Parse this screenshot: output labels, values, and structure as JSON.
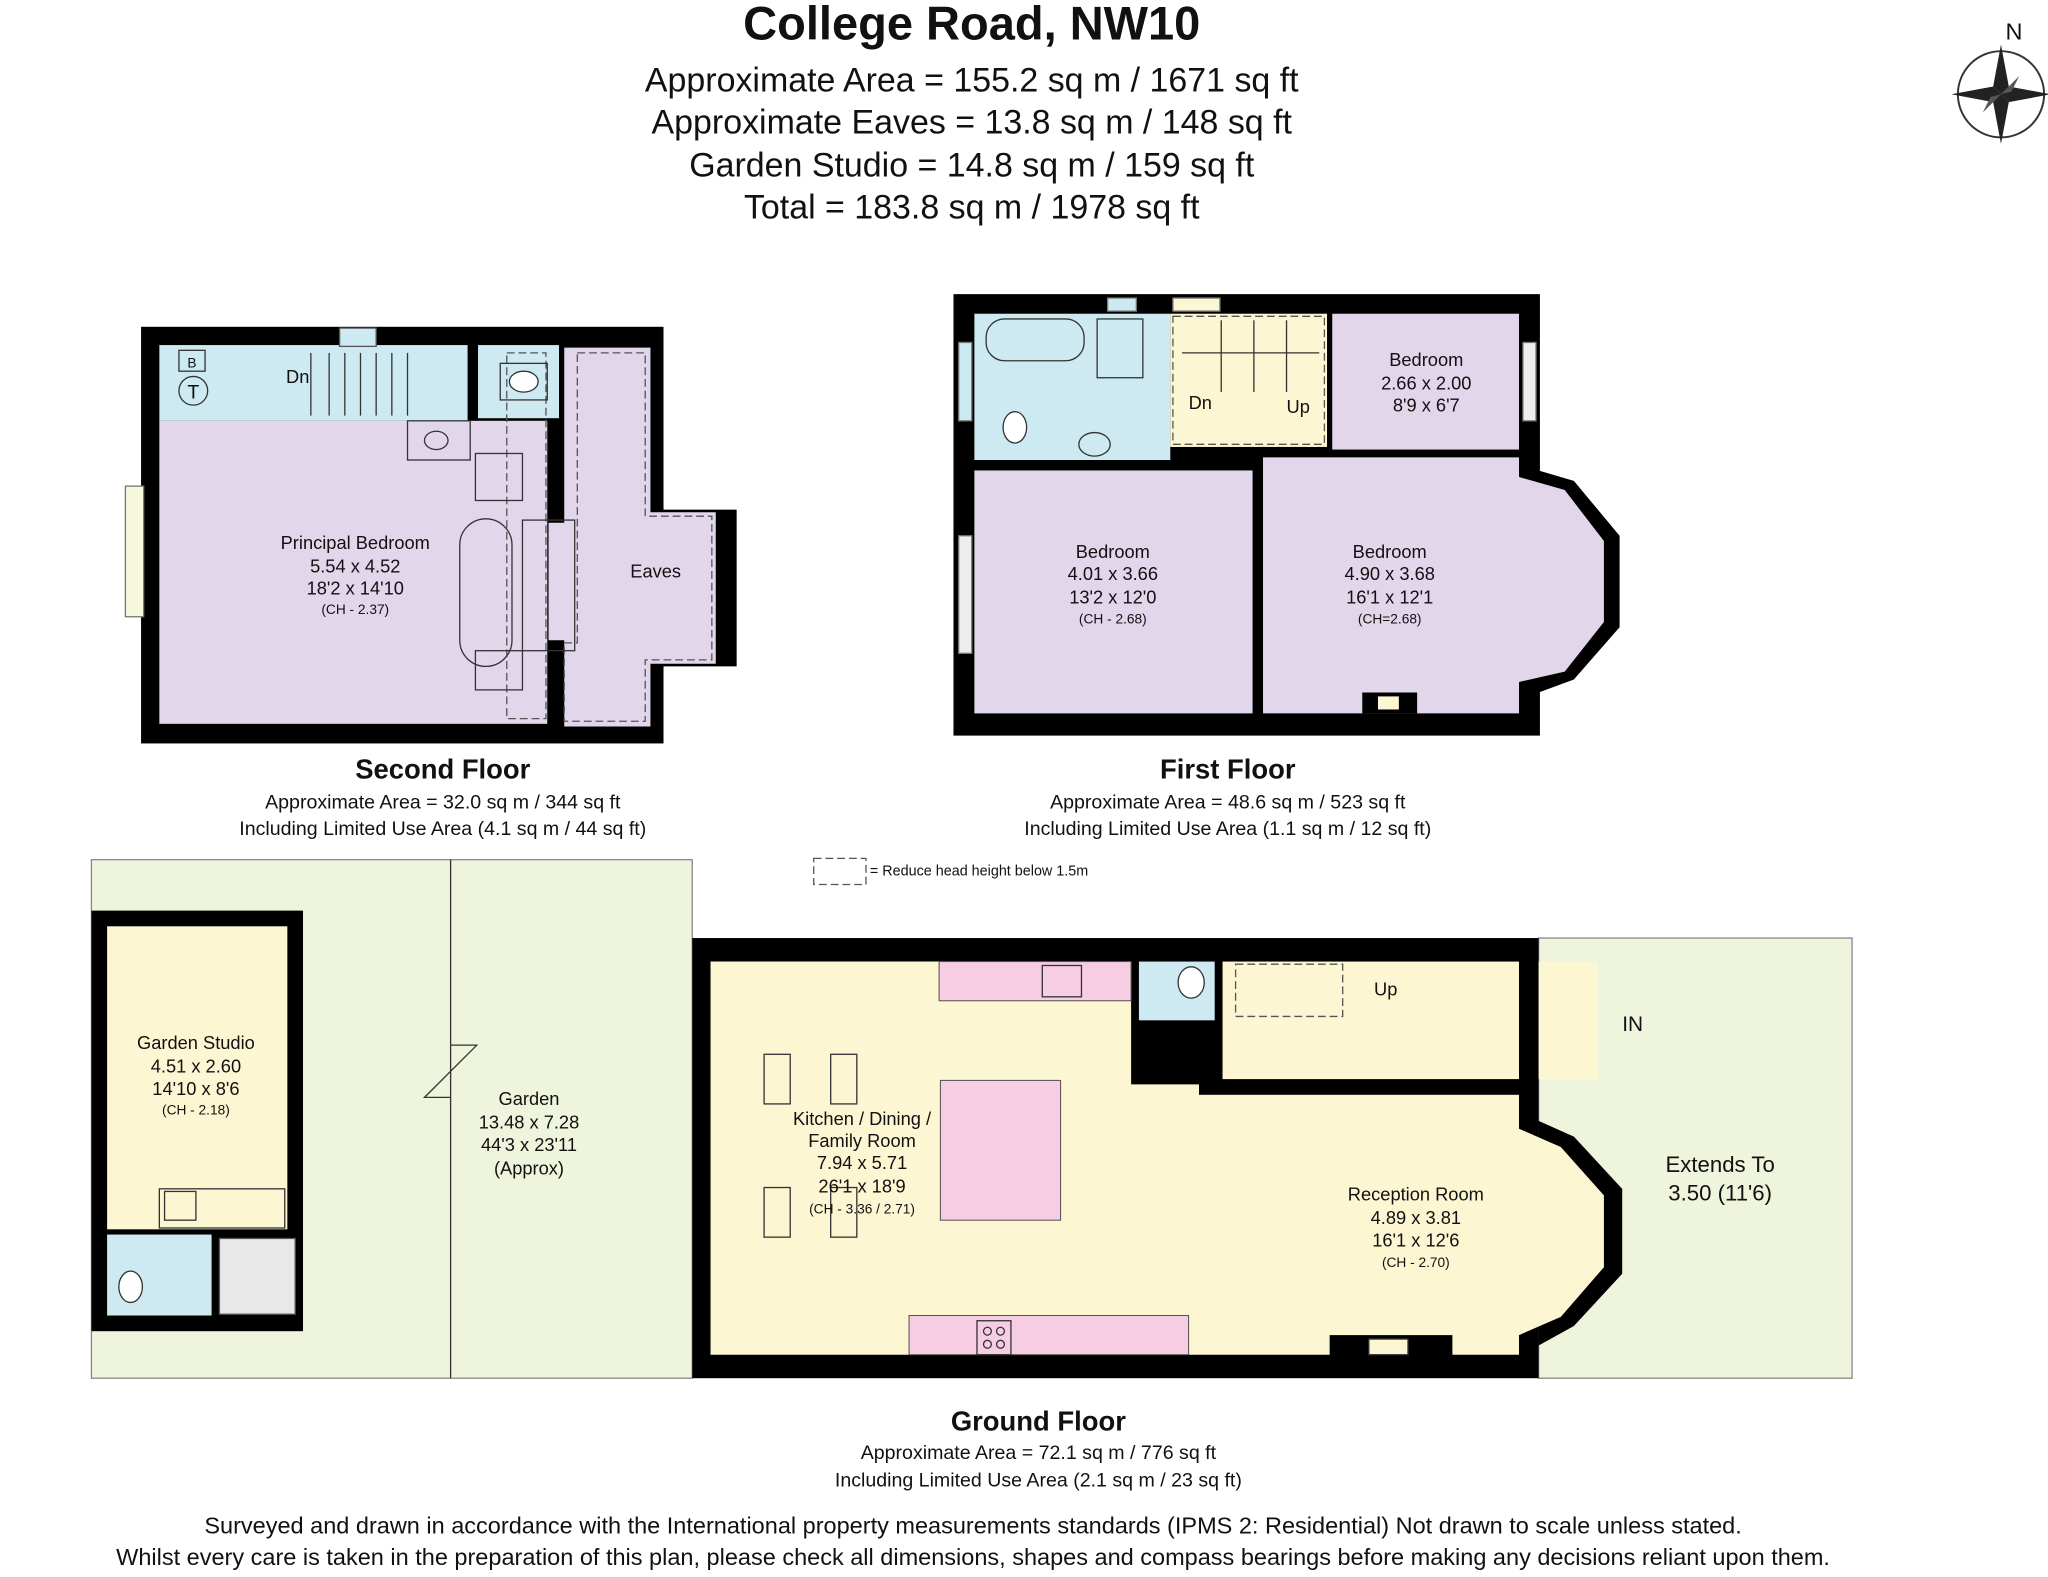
{
  "header": {
    "title": "College Road, NW10",
    "lines": [
      "Approximate Area = 155.2 sq m / 1671 sq ft",
      "Approximate Eaves = 13.8 sq m / 148 sq ft",
      "Garden Studio = 14.8 sq m / 159 sq ft",
      "Total = 183.8 sq m / 1978 sq ft"
    ]
  },
  "compass": {
    "label": "N",
    "icon": "compass-rose-icon"
  },
  "second_floor": {
    "name": "Second Floor",
    "area": "Approximate Area = 32.0 sq m / 344 sq ft",
    "limited": "Including Limited Use Area (4.1 sq m / 44 sq ft)",
    "boiler": "B",
    "tank": "T",
    "stairs": "Dn",
    "principal": {
      "name": "Principal Bedroom",
      "metric": "5.54 x 4.52",
      "imperial": "18'2 x 14'10",
      "ch": "(CH - 2.37)"
    },
    "eaves": "Eaves"
  },
  "first_floor": {
    "name": "First Floor",
    "area": "Approximate Area = 48.6 sq m / 523 sq ft",
    "limited": "Including Limited Use Area (1.1 sq m / 12 sq ft)",
    "dn": "Dn",
    "up": "Up",
    "bedroom_small": {
      "name": "Bedroom",
      "metric": "2.66 x 2.00",
      "imperial": "8'9 x 6'7"
    },
    "bedroom_left": {
      "name": "Bedroom",
      "metric": "4.01 x 3.66",
      "imperial": "13'2 x 12'0",
      "ch": "(CH - 2.68)"
    },
    "bedroom_right": {
      "name": "Bedroom",
      "metric": "4.90 x 3.68",
      "imperial": "16'1 x 12'1",
      "ch": "(CH=2.68)"
    }
  },
  "legend": {
    "text": "= Reduce head height below 1.5m"
  },
  "ground_floor": {
    "name": "Ground Floor",
    "area": "Approximate Area = 72.1 sq m / 776 sq ft",
    "limited": "Including Limited Use Area (2.1 sq m / 23 sq ft)",
    "studio": {
      "name": "Garden Studio",
      "metric": "4.51 x 2.60",
      "imperial": "14'10 x 8'6",
      "ch": "(CH - 2.18)"
    },
    "garden": {
      "name": "Garden",
      "metric": "13.48 x 7.28",
      "imperial": "44'3 x 23'11",
      "note": "(Approx)"
    },
    "kitchen": {
      "name1": "Kitchen / Dining /",
      "name2": "Family Room",
      "metric": "7.94 x 5.71",
      "imperial": "26'1 x 18'9",
      "ch": "(CH - 3.36 / 2.71)"
    },
    "reception": {
      "name": "Reception Room",
      "metric": "4.89 x 3.81",
      "imperial": "16'1 x 12'6",
      "ch": "(CH - 2.70)"
    },
    "up": "Up",
    "entrance": "IN",
    "extends1": "Extends To",
    "extends2": "3.50 (11'6)"
  },
  "footer": {
    "line1": "Surveyed and drawn in accordance with the International property measurements standards (IPMS 2: Residential) Not drawn to scale unless stated.",
    "line2": "Whilst every care is taken in the preparation of this plan, please check all dimensions, shapes and compass bearings before making any decisions reliant upon them."
  },
  "colors": {
    "bedroom": "#e2d6ea",
    "wet_room": "#cde9f1",
    "living": "#fdf6d2",
    "garden": "#eef5dc",
    "units": "#f6cde3",
    "wall": "#000000"
  }
}
